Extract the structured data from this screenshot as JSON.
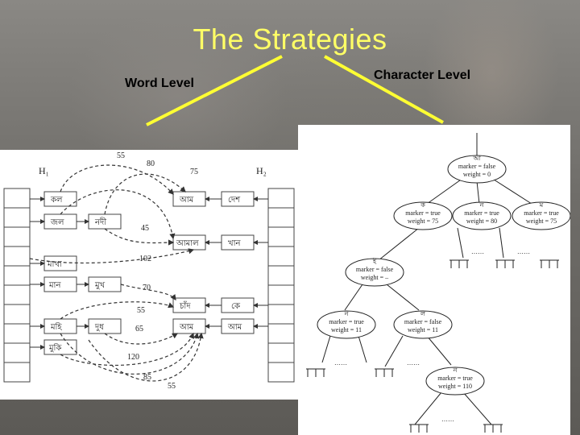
{
  "slide": {
    "title": "The Strategies",
    "word_level_label": "Word Level",
    "character_level_label": "Character Level"
  },
  "word_level_figure": {
    "left_header": "H₁",
    "right_header": "H₂",
    "edge_labels": [
      "55",
      "80",
      "75",
      "45",
      "102",
      "70",
      "55",
      "65",
      "120",
      "85",
      "55"
    ],
    "left_column_words": [
      "কল",
      "জল",
      "মাথা",
      "মান",
      "মহি",
      "মুকি"
    ],
    "middle_column_words": [
      "নদী",
      "মুখ",
      "দুধ"
    ],
    "right_inner_words": [
      "আম",
      "আমাল",
      "চাঁদ",
      "আম"
    ],
    "right_outer_words": [
      "দেশ",
      "খান",
      "কে",
      "আম"
    ]
  },
  "character_level_figure": {
    "root": {
      "char": "আ",
      "marker": "marker = false",
      "weight": "weight = 0"
    },
    "level1": [
      {
        "char": "ক",
        "marker": "marker = true",
        "weight": "weight = 75"
      },
      {
        "char": "ন",
        "marker": "marker = true",
        "weight": "weight = 80"
      },
      {
        "char": "ম",
        "marker": "marker = true",
        "weight": "weight = 75"
      }
    ],
    "level2": {
      "char": "ই",
      "marker": "marker = false",
      "weight": "weight = –"
    },
    "level3": [
      {
        "char": "ন",
        "marker": "marker = true",
        "weight": "weight = 11"
      },
      {
        "char": "ল",
        "marker": "marker = false",
        "weight": "weight = 11"
      }
    ],
    "level4": {
      "char": "ন",
      "marker": "marker = true",
      "weight": "weight = 110"
    },
    "ellipsis": "……"
  }
}
